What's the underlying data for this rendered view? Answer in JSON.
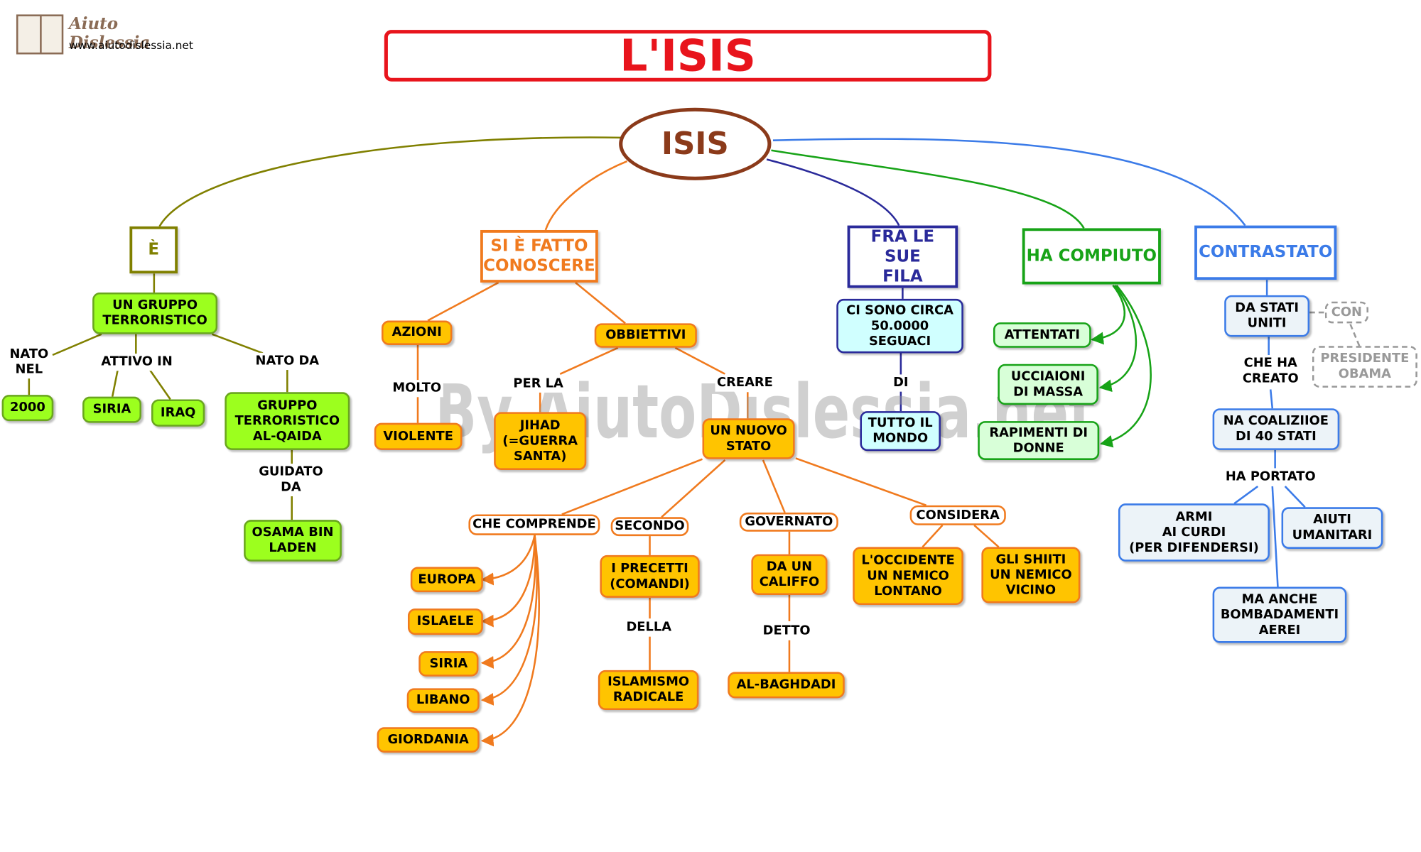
{
  "logo": {
    "title": "Aiuto Dislessia",
    "url": "www.aiutodislessia.net"
  },
  "title": "L'ISIS",
  "watermark": "By AiutoDislessia.net",
  "central": "ISIS",
  "colors": {
    "title_red": "#e8141c",
    "central_brown": "#8b3a1a",
    "olive": "#808000",
    "orange": "#f07a1e",
    "navy": "#2a2a9a",
    "green": "#17a317",
    "blue": "#3b7be8"
  },
  "branches": {
    "e": {
      "header": "È",
      "gruppo": "UN GRUPPO\nTERRORISTICO",
      "link_nato_nel": "NATO\nNEL",
      "link_attivo_in": "ATTIVO IN",
      "link_nato_da": "NATO DA",
      "anno": "2000",
      "siria": "SIRIA",
      "iraq": "IRAQ",
      "al_qaida": "GRUPPO\nTERRORISTICO\nAL-QAIDA",
      "link_guidato_da": "GUIDATO\nDA",
      "osama": "OSAMA BIN\nLADEN"
    },
    "conoscere": {
      "header": "SI È FATTO\nCONOSCERE",
      "azioni": "AZIONI",
      "link_molto": "MOLTO",
      "violente": "VIOLENTE",
      "obbiettivi": "OBBIETTIVI",
      "link_per_la": "PER LA",
      "jihad": "JIHAD\n(=GUERRA\nSANTA)",
      "link_creare": "CREARE",
      "stato": "UN NUOVO\nSTATO",
      "che_comprende": "CHE COMPRENDE",
      "countries": [
        "EUROPA",
        "ISLAELE",
        "SIRIA",
        "LIBANO",
        "GIORDANIA"
      ],
      "secondo": "SECONDO",
      "precetti": "I PRECETTI\n(COMANDI)",
      "link_della": "DELLA",
      "islamismo": "ISLAMISMO\nRADICALE",
      "governato": "GOVERNATO",
      "califfo": "DA UN\nCALIFFO",
      "link_detto": "DETTO",
      "baghdadi": "AL-BAGHDADI",
      "considera": "CONSIDERA",
      "occidente": "L'OCCIDENTE\nUN NEMICO\nLONTANO",
      "shiiti": "GLI SHIITI\nUN NEMICO\nVICINO"
    },
    "fila": {
      "header": "FRA LE SUE\nFILA",
      "seguaci": "CI SONO CIRCA\n50.0000\nSEGUACI",
      "link_di": "DI",
      "mondo": "TUTTO IL\nMONDO"
    },
    "compiuto": {
      "header": "HA COMPIUTO",
      "items": [
        "ATTENTATI",
        "UCCIAIONI\nDI MASSA",
        "RAPIMENTI DI\nDONNE"
      ]
    },
    "contrastato": {
      "header": "CONTRASTATO",
      "stati": "DA STATI\nUNITI",
      "link_con": "CON",
      "obama": "PRESIDENTE\nOBAMA",
      "link_che_ha_creato": "CHE HA\nCREATO",
      "coalizione": "NA COALIZIIOE\nDI 40 STATI",
      "link_ha_portato": "HA PORTATO",
      "armi": "ARMI\nAI CURDI\n(PER DIFENDERSI)",
      "aiuti": "AIUTI\nUMANITARI",
      "bombardamenti": "MA ANCHE\nBOMBADAMENTI\nAEREI"
    }
  }
}
